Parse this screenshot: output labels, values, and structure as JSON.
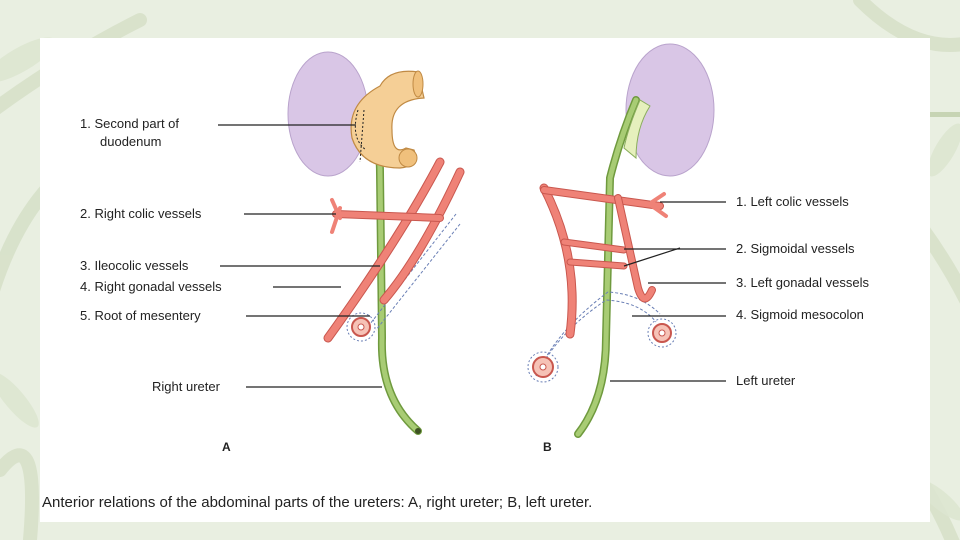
{
  "panel_a": {
    "letter": "A",
    "labels": {
      "duodenum_line1": "1. Second part of",
      "duodenum_line2": "duodenum",
      "right_colic": "2. Right colic vessels",
      "ileocolic": "3. Ileocolic vessels",
      "right_gonadal": "4. Right gonadal vessels",
      "root_mesentery": "5. Root of mesentery",
      "right_ureter": "Right ureter"
    }
  },
  "panel_b": {
    "letter": "B",
    "labels": {
      "left_colic": "1. Left colic vessels",
      "sigmoidal": "2. Sigmoidal vessels",
      "left_gonadal": "3. Left gonadal vessels",
      "sigmoid_mesocolon": "4. Sigmoid mesocolon",
      "left_ureter": "Left ureter"
    }
  },
  "caption": "Anterior relations of the abdominal parts of the ureters: A, right ureter; B, left ureter.",
  "colors": {
    "kidney": "#d9c6e6",
    "duodenum": "#f5cf96",
    "ureter": "#9cc06a",
    "vessel": "#ef8277",
    "vessel_outline": "#c9574e",
    "background": "#e9efe1"
  }
}
